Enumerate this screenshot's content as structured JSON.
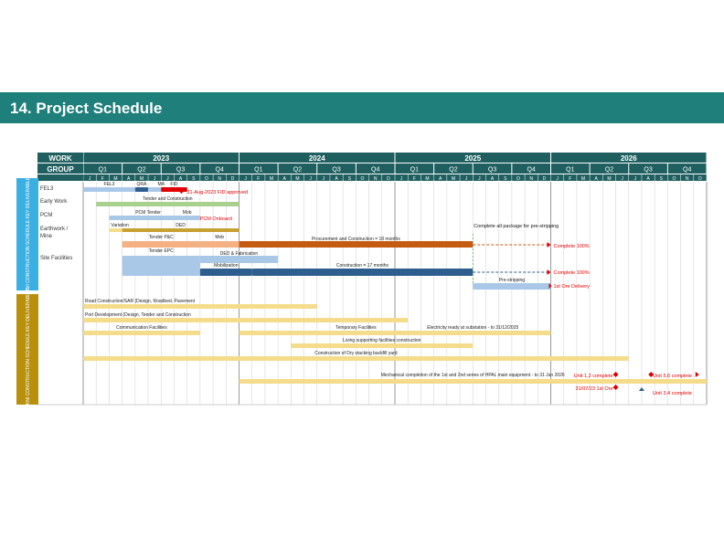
{
  "page": {
    "title": "14.  Project Schedule"
  },
  "header": {
    "work_label": "WORK",
    "group_label": "GROUP",
    "years": [
      "2023",
      "2024",
      "2025",
      "2026"
    ],
    "quarters": [
      "Q1",
      "Q2",
      "Q3",
      "Q4"
    ],
    "months": [
      "J",
      "F",
      "M",
      "A",
      "M",
      "J",
      "J",
      "A",
      "S",
      "O",
      "N",
      "D"
    ]
  },
  "sections": [
    {
      "label": "PTVI CONSTRUCTION SCHEDULE KEY DELIVERABLES",
      "color": "#3ab0e2"
    },
    {
      "label": "PT KNI CONSTRUCTION SCHEDULE KEY DELIVERABLES",
      "color": "#b8900c"
    }
  ],
  "colors": {
    "header": "#1f5f5f",
    "light_blue": "#a9c8e8",
    "green": "#a9d18e",
    "orange": "#c55a11",
    "dark_blue": "#2e5e8e",
    "yellow": "#f5dc8a",
    "red": "#e00000",
    "olive": "#c8a032",
    "peach": "#f4b183"
  },
  "chart_data": {
    "type": "gantt",
    "start_month": "2023-01",
    "end_month": "2026-12",
    "row_labels": [
      "FEL3",
      "Early Work",
      "PCM",
      "Earthwork / Mine",
      "Site Facilities"
    ],
    "bars": [
      {
        "row": "FEL3",
        "label": "FEL3",
        "start": "2023-01",
        "end": "2023-04",
        "color": "light_blue"
      },
      {
        "row": "FEL3",
        "label": "QRA",
        "start": "2023-05",
        "end": "2023-05",
        "color": "dark_blue"
      },
      {
        "row": "FEL3",
        "label": "MA",
        "start": "2023-06",
        "end": "2023-07",
        "color": "light_blue"
      },
      {
        "row": "FEL3",
        "label": "FID",
        "start": "2023-07",
        "end": "2023-08",
        "color": "red"
      },
      {
        "row": "Early Work",
        "label": "Tender and Construction",
        "start": "2023-02",
        "end": "2023-12",
        "color": "green"
      },
      {
        "row": "PCM",
        "label": "PCM Tender",
        "start": "2023-03",
        "end": "2023-08",
        "color": "light_blue"
      },
      {
        "row": "PCM",
        "label": "Mob",
        "start": "2023-08",
        "end": "2023-09",
        "color": "light_blue"
      },
      {
        "row": "Earthwork / Mine",
        "label": "Variation",
        "start": "2023-03",
        "end": "2023-05",
        "color": "yellow"
      },
      {
        "row": "Earthwork / Mine",
        "label": "DED",
        "start": "2023-04",
        "end": "2023-12",
        "color": "olive"
      },
      {
        "row": "Earthwork / Mine",
        "label": "Tender P&C",
        "start": "2023-04",
        "end": "2023-09",
        "color": "peach"
      },
      {
        "row": "Earthwork / Mine",
        "label": "Mob",
        "start": "2023-10",
        "end": "2023-12",
        "color": "peach"
      },
      {
        "row": "Earthwork / Mine",
        "label": "Procurement and Construction = 18 months",
        "start": "2024-01",
        "end": "2025-06",
        "color": "orange"
      },
      {
        "row": "Site Facilities",
        "label": "Tender EPC",
        "start": "2023-04",
        "end": "2023-09",
        "color": "light_blue"
      },
      {
        "row": "Site Facilities",
        "label": "DED & Fabrication",
        "start": "2023-10",
        "end": "2024-03",
        "color": "light_blue"
      },
      {
        "row": "Site Facilities",
        "label": "Mobilization",
        "start": "2023-10",
        "end": "2024-01",
        "color": "dark_blue"
      },
      {
        "row": "Site Facilities",
        "label": "Construction = 17 months",
        "start": "2024-02",
        "end": "2025-06",
        "color": "dark_blue"
      },
      {
        "row": "Site Facilities",
        "label": "Pre-stripping",
        "start": "2025-07",
        "end": "2025-12",
        "color": "light_blue"
      },
      {
        "row": "KNI 1",
        "label": "Road Construction/SAR (Design, Roadbed, Pavement",
        "start": "2023-01",
        "end": "2024-06",
        "color": "yellow"
      },
      {
        "row": "KNI 2",
        "label": "Port Development (Design, Tender and Construction",
        "start": "2023-01",
        "end": "2025-01",
        "color": "yellow"
      },
      {
        "row": "KNI 3",
        "label": "Communication Facilities",
        "start": "2023-01",
        "end": "2023-09",
        "color": "yellow"
      },
      {
        "row": "KNI 3",
        "label": "Temporary Facilities",
        "start": "2024-01",
        "end": "2025-06",
        "color": "yellow"
      },
      {
        "row": "KNI 3",
        "label": "Electricity ready at substation - to 31/12/2025",
        "start": "2025-01",
        "end": "2025-12",
        "color": "yellow"
      },
      {
        "row": "KNI 4",
        "label": "Living supporting facilities construction",
        "start": "2024-05",
        "end": "2025-06",
        "color": "yellow"
      },
      {
        "row": "KNI 5",
        "label": "Construction of Dry stacking backfill yard",
        "start": "2023-01",
        "end": "2026-06",
        "color": "yellow"
      },
      {
        "row": "KNI 6",
        "label": "Mechanical completion of the 1st and 2nd series of HPAL main equipment - to 31 Jun 2026",
        "start": "2024-01",
        "end": "2026-12",
        "color": "yellow"
      }
    ],
    "annotations": [
      {
        "text": "31-Aug-2023 FID approved",
        "color": "red"
      },
      {
        "text": "PCM Onboard",
        "color": "red"
      },
      {
        "text": "Complete all package for pre-stripping",
        "color": "black"
      },
      {
        "text": "Complete 100%",
        "color": "red"
      },
      {
        "text": "Complete 100%",
        "color": "red"
      },
      {
        "text": "1st Ore Delivery",
        "color": "red"
      },
      {
        "text": "Unit 1,2 complete",
        "color": "red"
      },
      {
        "text": "Unit 5,6 complete",
        "color": "red"
      },
      {
        "text": "31/07/23 1st Ore",
        "color": "red"
      },
      {
        "text": "Unit 3,4 complete",
        "color": "red"
      }
    ]
  }
}
